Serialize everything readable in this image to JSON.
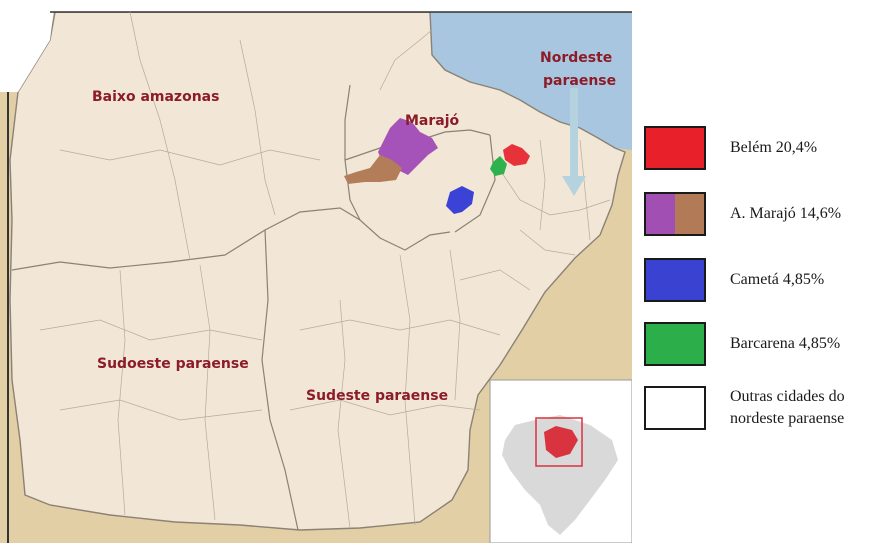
{
  "map": {
    "region_labels": {
      "baixo_amazonas": "Baixo amazonas",
      "marajo": "Marajó",
      "nordeste_line1": "Nordeste",
      "nordeste_line2": "paraense",
      "sudoeste": "Sudoeste paraense",
      "sudeste": "Sudeste paraense"
    },
    "colors": {
      "land": "#f2e6d6",
      "neighbor_land": "#e3cfa6",
      "ocean": "#a9c6e0",
      "border": "#8a8275",
      "belem": "#e8323a",
      "marajo_purple": "#a553b8",
      "marajo_brown": "#b37d5a",
      "cameta": "#3b43d6",
      "barcarena": "#2fb14e",
      "inset_brazil": "#d9d9d9",
      "inset_para": "#d9333f",
      "arrow": "#b5d3df"
    }
  },
  "legend": {
    "items": [
      {
        "label": "Belém 20,4%",
        "colors": [
          "#e8202a"
        ]
      },
      {
        "label": "A. Marajó 14,6%",
        "colors": [
          "#a24fb3",
          "#b37a58"
        ]
      },
      {
        "label": "Cametá 4,85%",
        "colors": [
          "#3a42d2"
        ]
      },
      {
        "label": "Barcarena 4,85%",
        "colors": [
          "#2caf4b"
        ]
      },
      {
        "label": "Outras cidades do nordeste paraense",
        "colors": [
          "#ffffff"
        ]
      }
    ]
  }
}
